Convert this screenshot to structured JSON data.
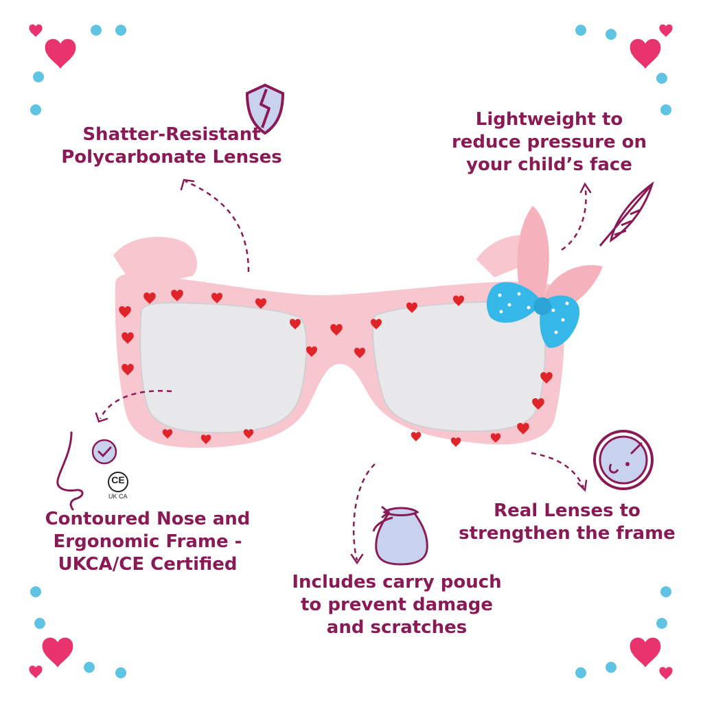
{
  "callouts": {
    "shatter": {
      "lines": [
        "Shatter-Resistant",
        "Polycarbonate Lenses"
      ]
    },
    "lightweight": {
      "lines": [
        "Lightweight to",
        "reduce pressure on",
        "your child’s face"
      ]
    },
    "contoured": {
      "lines": [
        "Contoured Nose and",
        "Ergonomic Frame -",
        "UKCA/CE Certified"
      ]
    },
    "real_lenses": {
      "lines": [
        "Real Lenses to",
        "strengthen the frame"
      ]
    },
    "pouch": {
      "lines": [
        "Includes carry pouch",
        "to prevent damage",
        "and scratches"
      ]
    }
  },
  "marks": {
    "ce": "CE",
    "ukca": "UK CA"
  },
  "icons": {
    "shatter": "broken-shield-icon",
    "lightweight": "feather-icon",
    "contoured": "nose-profile-icon",
    "certified": "checkmark-badge-icon",
    "real_lenses": "lens-disc-icon",
    "pouch": "drawstring-pouch-icon"
  },
  "colors": {
    "text": "#8a1a55",
    "heart": "#e8336d",
    "dot": "#5fc3e4",
    "frame": "#f7c6cf",
    "frame_hearts": "#e0252a",
    "bow": "#35b8e8",
    "ears": "#f5b2bd"
  }
}
